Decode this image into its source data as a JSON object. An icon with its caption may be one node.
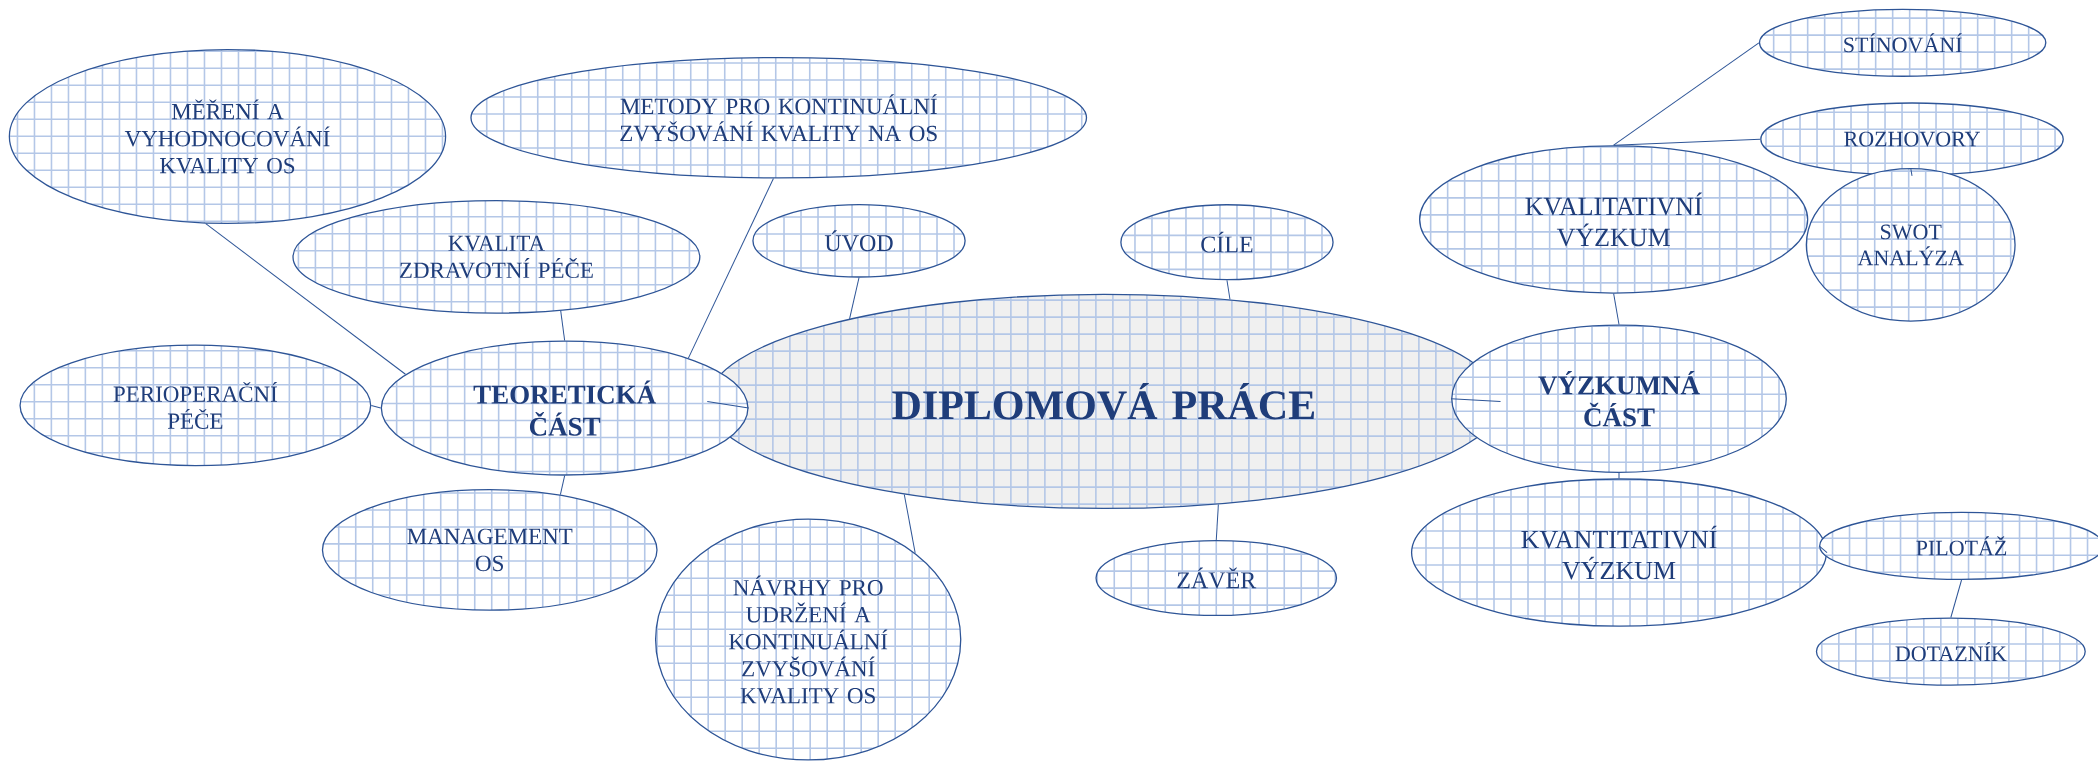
{
  "diagram": {
    "nodes": [
      {
        "text": [
          "DIPLOMOVÁ PRÁCE"
        ]
      },
      {
        "text": [
          "TEORETICKÁ ČÁST"
        ]
      },
      {
        "text": [
          "VÝZKUMNÁ ČÁST"
        ]
      },
      {
        "text": [
          "ÚVOD"
        ]
      },
      {
        "text": [
          "CÍLE"
        ]
      },
      {
        "text": [
          "ZÁVĚR"
        ]
      },
      {
        "text": [
          "NÁVRHY PRO UDRŽENÍ A KONTINUÁLNÍ ZVYŠOVÁNÍ KVALITY OS"
        ]
      },
      {
        "text": [
          "MĚŘENÍ A VYHODNOCOVÁNÍ KVALITY OS"
        ]
      },
      {
        "text": [
          "METODY PRO KONTINUÁLNÍ ZVYŠOVÁNÍ KVALITY NA OS"
        ]
      },
      {
        "text": [
          "KVALITA ZDRAVOTNÍ PÉČE"
        ]
      },
      {
        "text": [
          "PERIOPERAČNÍ PÉČE"
        ]
      },
      {
        "text": [
          "MANAGEMENT OS"
        ]
      },
      {
        "text": [
          "KVALITATIVNÍ VÝZKUM"
        ]
      },
      {
        "text": [
          "KVANTITATIVNÍ VÝZKUM"
        ]
      },
      {
        "text": [
          "STÍNOVÁNÍ"
        ]
      },
      {
        "text": [
          "ROZHOVORY"
        ]
      },
      {
        "text": [
          "SWOT ANALÝZA"
        ]
      },
      {
        "text": [
          "PILOTÁŽ"
        ]
      },
      {
        "text": [
          "DOTAZNÍK"
        ]
      }
    ],
    "edges": [
      {
        "from": 0,
        "to": 1,
        "arrow": "none"
      },
      {
        "from": 0,
        "to": 2,
        "arrow": "none"
      },
      {
        "from": 0,
        "to": 3,
        "arrow": "none"
      },
      {
        "from": 0,
        "to": 4,
        "arrow": "none"
      },
      {
        "from": 0,
        "to": 5,
        "arrow": "none"
      },
      {
        "from": 0,
        "to": 6,
        "arrow": "none"
      },
      {
        "from": 1,
        "to": 7,
        "arrow": "none"
      },
      {
        "from": 1,
        "to": 8,
        "arrow": "none"
      },
      {
        "from": 1,
        "to": 9,
        "arrow": "none"
      },
      {
        "from": 1,
        "to": 10,
        "arrow": "none"
      },
      {
        "from": 1,
        "to": 11,
        "arrow": "none"
      },
      {
        "from": 2,
        "to": 12,
        "arrow": "none"
      },
      {
        "from": 2,
        "to": 13,
        "arrow": "none"
      },
      {
        "from": 12,
        "to": 14,
        "arrow": "none"
      },
      {
        "from": 12,
        "to": 15,
        "arrow": "none"
      },
      {
        "from": 15,
        "to": 16,
        "arrow": "none"
      },
      {
        "from": 13,
        "to": 17,
        "arrow": "none"
      },
      {
        "from": 17,
        "to": 18,
        "arrow": "none"
      }
    ]
  }
}
